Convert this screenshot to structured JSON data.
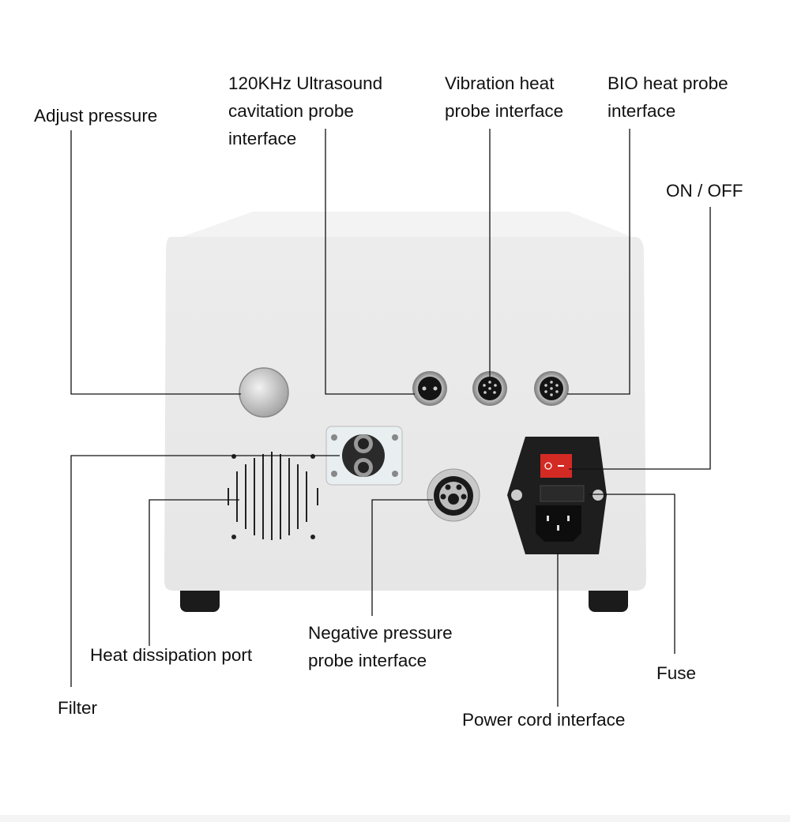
{
  "labels": {
    "adjust_pressure": "Adjust pressure",
    "cavitation": [
      "120KHz Ultrasound",
      "cavitation probe",
      "interface"
    ],
    "vibration": [
      "Vibration heat",
      "probe interface"
    ],
    "bio": [
      "BIO heat probe",
      "interface"
    ],
    "on_off": "ON / OFF",
    "heat_port": "Heat dissipation port",
    "filter": "Filter",
    "negative_pressure": [
      "Negative pressure",
      "probe interface"
    ],
    "fuse": "Fuse",
    "power_cord": "Power cord interface"
  },
  "colors": {
    "switch": "#d42a24",
    "body": "#ebebeb",
    "module": "#1e1e1e"
  }
}
